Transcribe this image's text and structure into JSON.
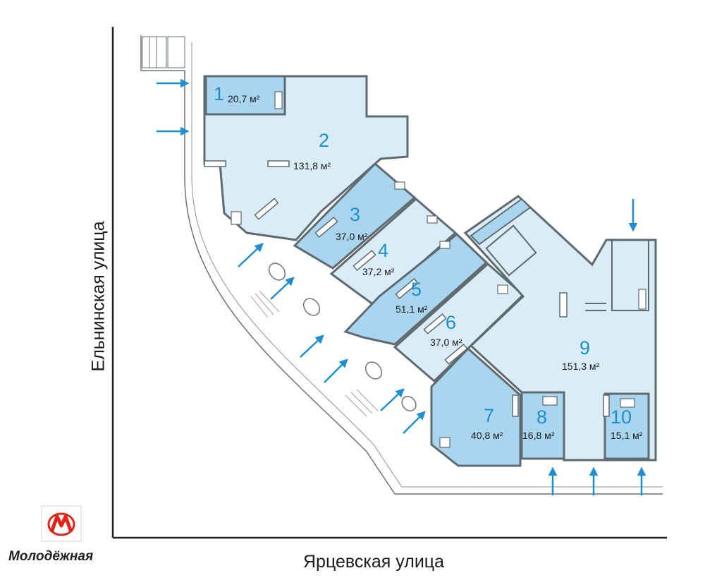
{
  "streets": {
    "bottom": "Ярцевская улица",
    "left": "Ельнинская улица"
  },
  "metro": {
    "station": "Молодёжная",
    "logo_icon": "moscow-metro-logo-icon",
    "logo_color": "#e2231a"
  },
  "colors": {
    "light_room": "#daedf7",
    "dark_room": "#a9d5ee",
    "wall": "#5f6a70",
    "arrow": "#1d8fd0"
  },
  "rooms": [
    {
      "number": "1",
      "area": "20,7 м²",
      "tone": "dark"
    },
    {
      "number": "2",
      "area": "131,8 м²",
      "tone": "light"
    },
    {
      "number": "3",
      "area": "37,0 м²",
      "tone": "dark"
    },
    {
      "number": "4",
      "area": "37,2 м²",
      "tone": "light"
    },
    {
      "number": "5",
      "area": "51,1 м²",
      "tone": "dark"
    },
    {
      "number": "6",
      "area": "37,0 м²",
      "tone": "light"
    },
    {
      "number": "7",
      "area": "40,8 м²",
      "tone": "dark"
    },
    {
      "number": "8",
      "area": "16,8 м²",
      "tone": "dark"
    },
    {
      "number": "9",
      "area": "151,3 м²",
      "tone": "light"
    },
    {
      "number": "10",
      "area": "15,1 м²",
      "tone": "dark"
    }
  ],
  "entrance_icon": "entrance-arrow-icon"
}
